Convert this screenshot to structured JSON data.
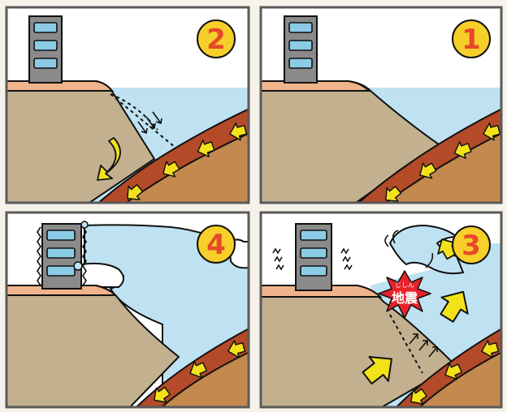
{
  "colors": {
    "background": "#f7f2e9",
    "frame": "#5a5a5a",
    "land": "#c3b08f",
    "land_top": "#f0b48c",
    "ocean": "#bfe2f2",
    "plate_band": "#b34a28",
    "plate_body": "#c4894f",
    "arrow": "#f3e21a",
    "badge": "#f6cf2a",
    "badge_number": "#e8482a",
    "building": "#8a8a8a",
    "window": "#8ccbe6",
    "quake_burst": "#e8232a"
  },
  "icons": {
    "panel_badge": "numbered-circle-badge",
    "building": "building-icon",
    "plate_arrow": "yellow-arrow-icon",
    "quake_burst": "red-burst-icon"
  },
  "panels": [
    {
      "number": "2"
    },
    {
      "number": "1"
    },
    {
      "number": "4"
    },
    {
      "number": "3",
      "burst_ruby": "じしん",
      "burst_text": "地震"
    }
  ]
}
